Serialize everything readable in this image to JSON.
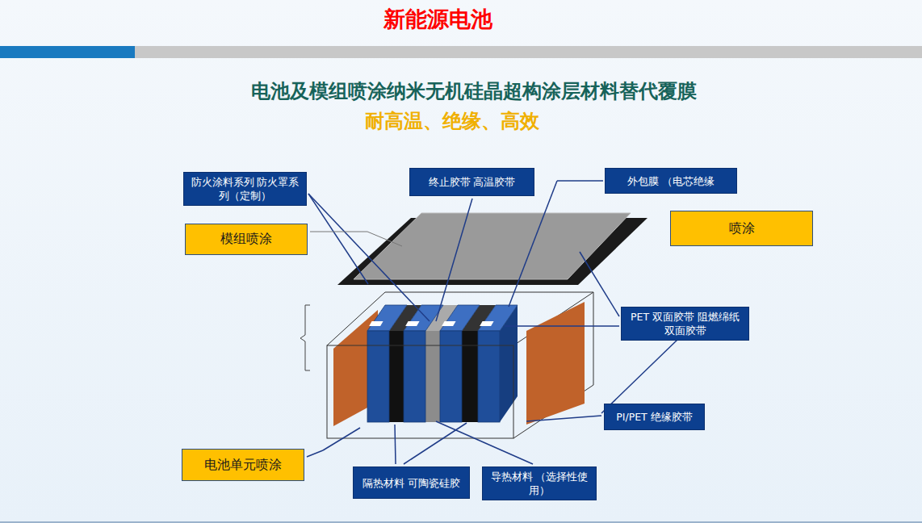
{
  "diagram": {
    "title": "电池及模组喷涂纳米无机硅晶超构涂层材料替代覆膜",
    "nodes": [
      {
        "text": [
          "防火涂料系列 防火罩系列（定制）"
        ]
      },
      {
        "text": [
          "终止胶带 高温胶带"
        ]
      },
      {
        "text": [
          "外包膜 （电芯绝缘"
        ]
      },
      {
        "text": [
          "模组喷涂"
        ]
      },
      {
        "text": [
          "喷涂"
        ]
      },
      {
        "text": [
          "PET 双面胶带 阻燃绵纸双面胶带"
        ]
      },
      {
        "text": [
          "PI/PET 绝缘胶带"
        ]
      },
      {
        "text": [
          "电池单元喷涂"
        ]
      },
      {
        "text": [
          "隔热材料 可陶瓷硅胶"
        ]
      },
      {
        "text": [
          "导热材料 （选择性使用）"
        ]
      }
    ],
    "labels": [
      "新能源电池",
      "耐高温、绝缘、高效"
    ]
  }
}
